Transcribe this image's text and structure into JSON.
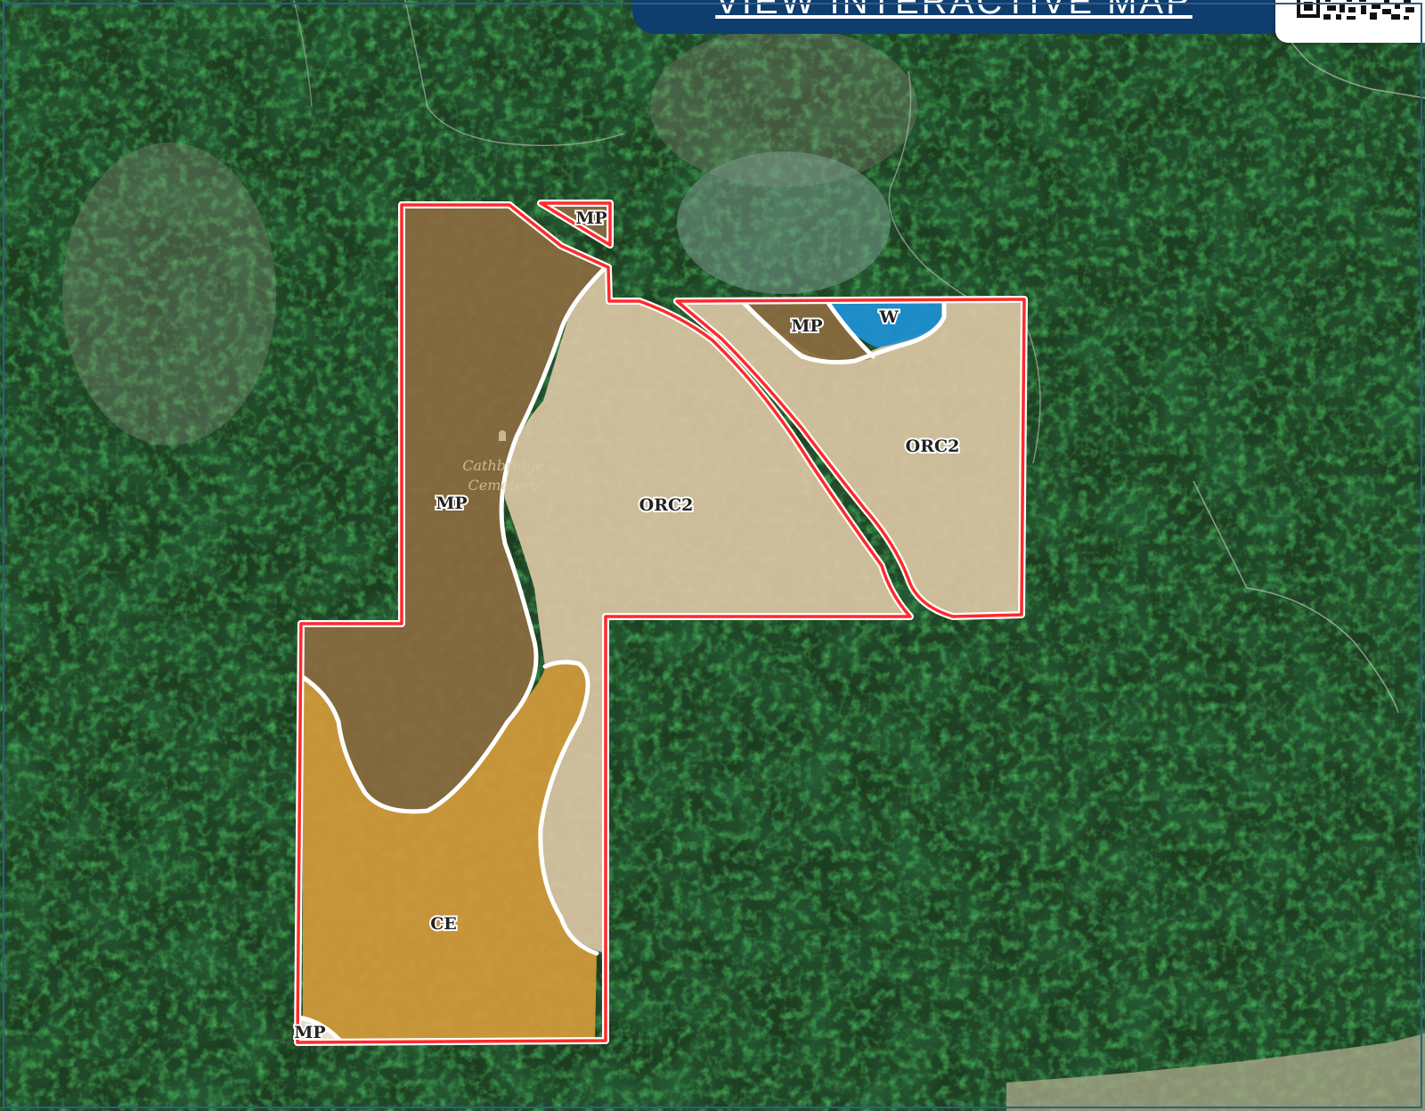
{
  "banner": {
    "link_label": "VIEW INTERACTIVE MAP"
  },
  "qr_code": {
    "icon": "qr-code-icon"
  },
  "map": {
    "cemetery_label": [
      "Cathbridge",
      "Cemetery"
    ],
    "cemetery_icon": "cemetery-marker-icon",
    "soil_labels": {
      "mp_north": "MP",
      "mp_west": "MP",
      "mp_east": "MP",
      "mp_southwest": "MP",
      "orc2_center": "ORC2",
      "orc2_east": "ORC2",
      "w": "W",
      "ce": "CE"
    }
  },
  "colors": {
    "imagery_forest": "#1d3d21",
    "soil_mp": "#8a6a40",
    "soil_orc2": "#d9c5a3",
    "soil_ce": "#d39a3a",
    "soil_w": "#1f8fd0",
    "boundary": "#ff2a2a",
    "soil_line": "#ffffff",
    "banner_bg": "#0e3d6e"
  }
}
